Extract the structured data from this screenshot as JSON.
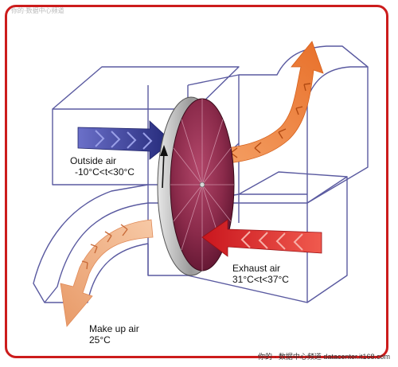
{
  "labels": {
    "outside_air": "Outside air",
    "outside_range": "-10°C<t<30°C",
    "exhaust_air": "Exhaust air",
    "exhaust_range": "31°C<t<37°C",
    "makeup_air": "Make up air",
    "makeup_temp": "25°C"
  },
  "watermark": {
    "top": "你的·数据中心频道",
    "bottom": "你的 · 数据中心频道  datacenter.it168.com"
  },
  "colors": {
    "frame": "#cc1c1c",
    "outside_arrow": "#2a2f86",
    "exhaust_arrow": "#d8262b",
    "supply_arrow": "#f08a3a",
    "makeup_arrow": "#efb58e",
    "wheel_face": "#7a1f3c",
    "duct_line": "#5a5aa0"
  }
}
